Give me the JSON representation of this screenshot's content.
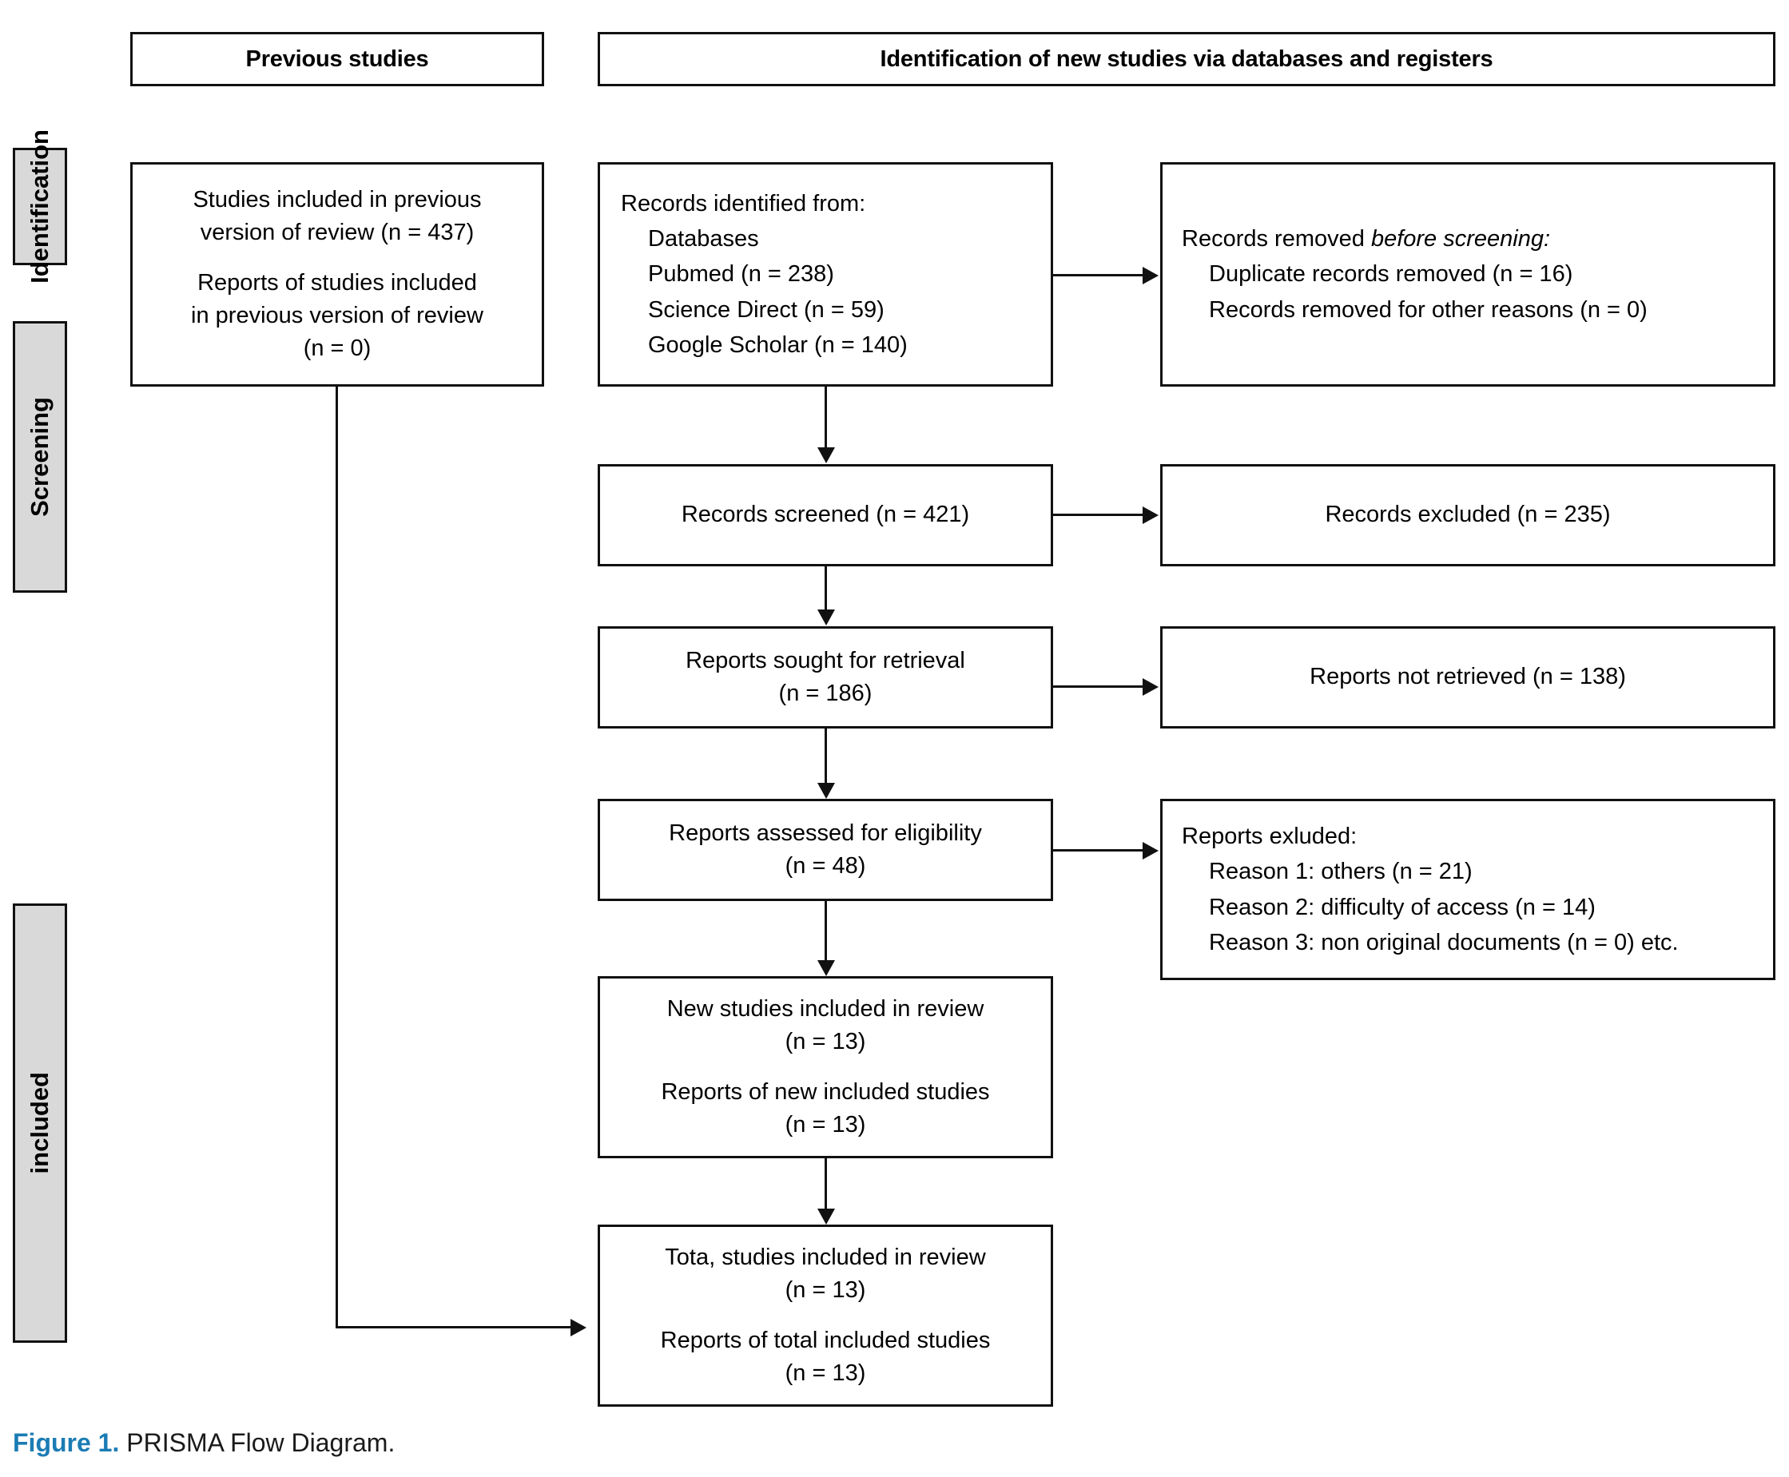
{
  "figure": {
    "label": "Figure 1.",
    "caption": "PRISMA Flow Diagram.",
    "accent_color": "#1b7cb4"
  },
  "stages": [
    {
      "id": "identification",
      "label": "Identification"
    },
    {
      "id": "screening",
      "label": "Screening"
    },
    {
      "id": "included",
      "label": "included"
    }
  ],
  "column_headers": {
    "previous": "Previous studies",
    "new": "Identification of new studies via databases and registers"
  },
  "boxes": {
    "previous_included": {
      "line1": "Studies included in previous",
      "line2": "version of review (n = 437)",
      "line3": "Reports of studies included",
      "line4": "in previous version of review",
      "line5": "(n = 0)"
    },
    "records_identified": {
      "title": "Records identified from:",
      "items": [
        "Databases",
        "Pubmed (n = 238)",
        "Science Direct (n = 59)",
        "Google Scholar (n = 140)"
      ]
    },
    "records_removed": {
      "title_normal": "Records removed ",
      "title_italic": "before screening:",
      "items": [
        "Duplicate records removed (n = 16)",
        "Records removed for other reasons (n = 0)"
      ]
    },
    "records_screened": {
      "line1": "Records screened (n = 421)"
    },
    "records_excluded": {
      "line1": "Records excluded (n = 235)"
    },
    "reports_sought": {
      "line1": "Reports sought for retrieval",
      "line2": "(n = 186)"
    },
    "reports_not_retrieved": {
      "line1": "Reports not retrieved (n = 138)"
    },
    "reports_assessed": {
      "line1": "Reports assessed for eligibility",
      "line2": "(n = 48)"
    },
    "reports_excluded": {
      "title": "Reports exluded:",
      "items": [
        "Reason 1: others (n = 21)",
        "Reason 2: difficulty of access (n = 14)",
        "Reason 3: non original documents (n = 0) etc."
      ]
    },
    "new_studies_included": {
      "line1": "New studies included in review",
      "line2": "(n = 13)",
      "line3": "Reports of new included studies",
      "line4": "(n = 13)"
    },
    "total_included": {
      "line1": "Tota, studies included in review",
      "line2": "(n = 13)",
      "line3": "Reports of total included studies",
      "line4": "(n = 13)"
    }
  },
  "chart_data": {
    "type": "diagram",
    "title": "PRISMA Flow Diagram",
    "nodes": [
      {
        "id": "previous_included",
        "stage": "Identification",
        "column": "Previous studies",
        "n_studies": 437,
        "n_reports": 0
      },
      {
        "id": "records_identified",
        "stage": "Identification",
        "column": "New studies",
        "pubmed": 238,
        "science_direct": 59,
        "google_scholar": 140
      },
      {
        "id": "records_removed",
        "stage": "Identification",
        "duplicates": 16,
        "other_reasons": 0
      },
      {
        "id": "records_screened",
        "stage": "Screening",
        "n": 421
      },
      {
        "id": "records_excluded",
        "stage": "Screening",
        "n": 235
      },
      {
        "id": "reports_sought",
        "stage": "Screening",
        "n": 186
      },
      {
        "id": "reports_not_retrieved",
        "stage": "Screening",
        "n": 138
      },
      {
        "id": "reports_assessed",
        "stage": "Screening",
        "n": 48
      },
      {
        "id": "reports_excluded",
        "stage": "Screening",
        "reason1_others": 21,
        "reason2_difficulty_of_access": 14,
        "reason3_non_original_documents": 0
      },
      {
        "id": "new_studies_included",
        "stage": "included",
        "n_studies": 13,
        "n_reports": 13
      },
      {
        "id": "total_included",
        "stage": "included",
        "n_studies": 13,
        "n_reports": 13
      }
    ],
    "edges": [
      {
        "from": "records_identified",
        "to": "records_removed"
      },
      {
        "from": "records_identified",
        "to": "records_screened"
      },
      {
        "from": "records_screened",
        "to": "records_excluded"
      },
      {
        "from": "records_screened",
        "to": "reports_sought"
      },
      {
        "from": "reports_sought",
        "to": "reports_not_retrieved"
      },
      {
        "from": "reports_sought",
        "to": "reports_assessed"
      },
      {
        "from": "reports_assessed",
        "to": "reports_excluded"
      },
      {
        "from": "reports_assessed",
        "to": "new_studies_included"
      },
      {
        "from": "new_studies_included",
        "to": "total_included"
      },
      {
        "from": "previous_included",
        "to": "total_included"
      }
    ]
  }
}
